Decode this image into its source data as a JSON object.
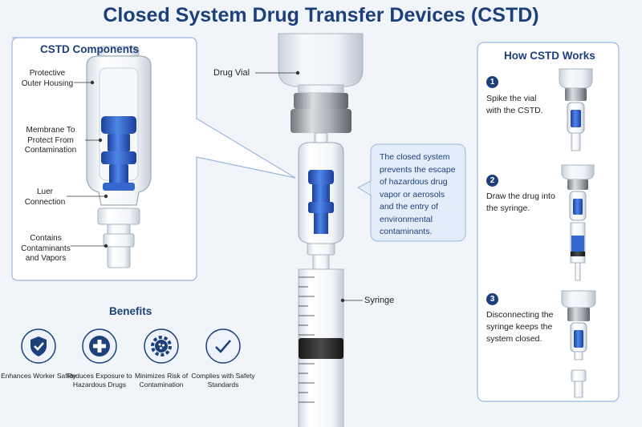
{
  "title": "Closed System Drug Transfer Devices (CSTD)",
  "components": {
    "title": "CSTD Components",
    "labels": [
      "Protective Outer Housing",
      "Membrane To Protect From Contamination",
      "Luer Connection",
      "Contains Contaminants and Vapors"
    ]
  },
  "center": {
    "drug_vial_label": "Drug Vial",
    "syringe_label": "Syringe",
    "callout": "The closed system prevents the escape of hazardous drug vapor or aerosols and the entry of environmental contaminants."
  },
  "benefits": {
    "title": "Benefits",
    "items": [
      {
        "icon": "shield-check-icon",
        "label": "Enhances Worker Safety"
      },
      {
        "icon": "medical-cross-icon",
        "label": "Reduces Exposure to Hazardous Drugs"
      },
      {
        "icon": "gear-icon",
        "label": "Minimizes Risk of Contamination"
      },
      {
        "icon": "checkmark-icon",
        "label": "Complies with Safety Standards"
      }
    ]
  },
  "how": {
    "title": "How CSTD Works",
    "steps": [
      {
        "num": "1",
        "text": "Spike the vial with the CSTD."
      },
      {
        "num": "2",
        "text": "Draw the drug into the syringe."
      },
      {
        "num": "3",
        "text": "Disconnecting the syringe keeps the system closed."
      }
    ]
  },
  "colors": {
    "navy": "#1d3f7a",
    "blue": "#2456c8",
    "panel_border": "#9bb7dc",
    "callout_bg": "#e3edf9"
  }
}
